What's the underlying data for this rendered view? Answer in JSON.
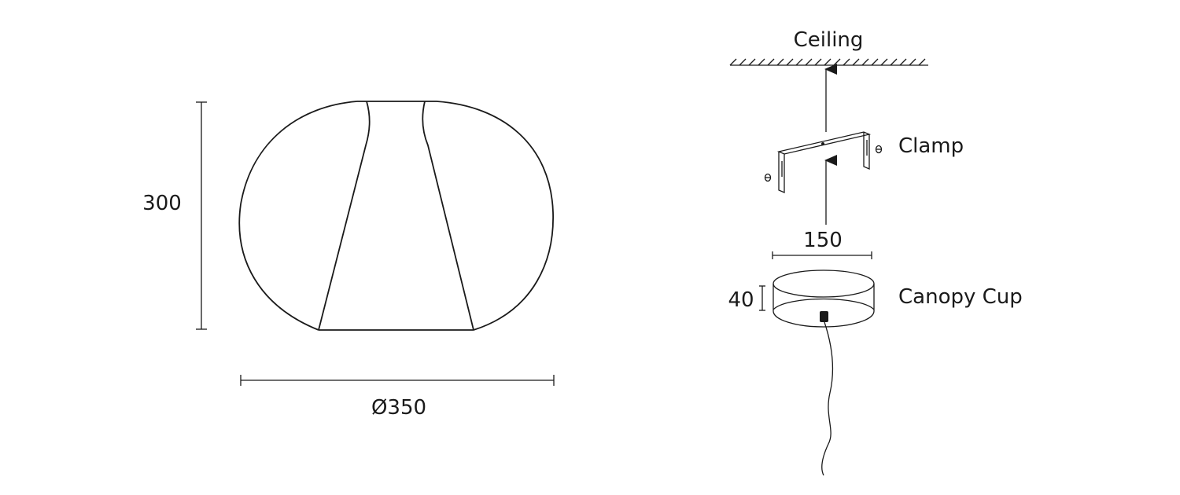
{
  "lamp": {
    "height_label": "300",
    "diameter_label": "Ø350"
  },
  "mounting": {
    "ceiling_label": "Ceiling",
    "clamp_label": "Clamp",
    "canopy_width_label": "150",
    "canopy_height_label": "40",
    "canopy_label": "Canopy Cup"
  }
}
